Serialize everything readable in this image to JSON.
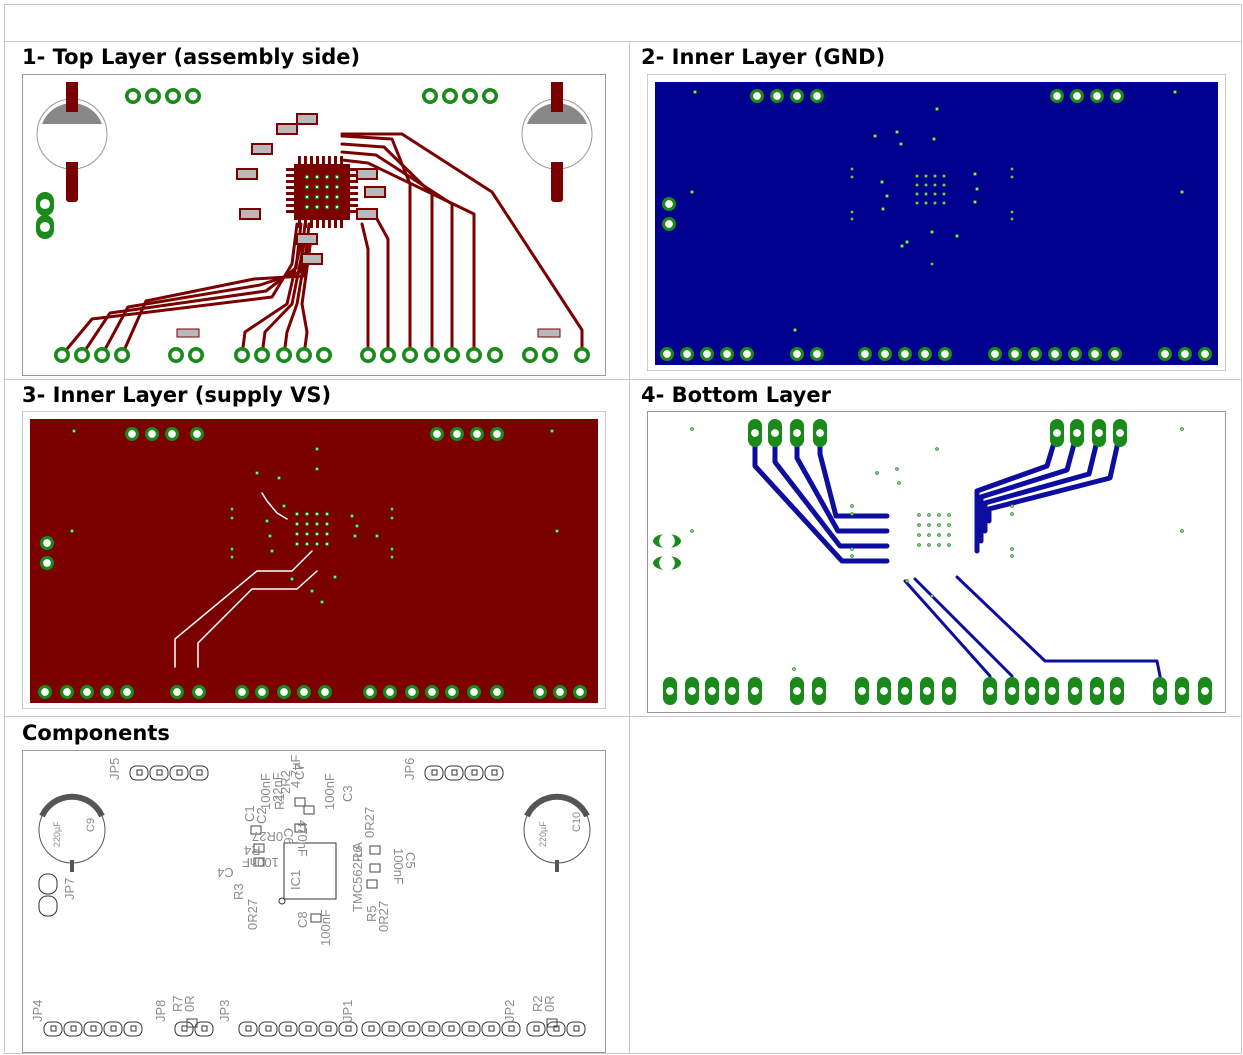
{
  "cells": {
    "top": "1- Top Layer (assembly side)",
    "gnd": "2- Inner Layer (GND)",
    "vs": "3- Inner Layer (supply VS)",
    "bottom": "4- Bottom Layer",
    "components": "Components"
  },
  "colors": {
    "top_copper": "#7b0000",
    "gnd_copper": "#00008f",
    "vs_copper": "#7b0000",
    "bottom_copper": "#0d0da0",
    "pad_green": "#1a8a1a",
    "silk_gray": "#8c8c8c",
    "smd_gray": "#b9b9b9"
  },
  "labels": {
    "JP5": "JP5",
    "JP6": "JP6",
    "JP7": "JP7",
    "JP4": "JP4",
    "JP8": "JP8",
    "JP3": "JP3",
    "JP1": "JP1",
    "JP2": "JP2",
    "C9": "C9",
    "C9v": "220µF",
    "C10": "C10",
    "C10v": "220µF",
    "C1": "C1",
    "C1v": "100nF",
    "C2": "C2",
    "C2v": "22nF",
    "R1": "R1",
    "R1v": "2R2",
    "C7": "C7",
    "C7v": "4.7µF",
    "C3": "C3",
    "C3v": "100nF",
    "C6": "C6",
    "C6v": "470nF",
    "R6": "R6",
    "R6v": "0R27",
    "R4": "R4",
    "R4v": "0R27",
    "C4": "C4",
    "C4v": "100nF",
    "IC1": "IC1",
    "ICv": "TMC562-LA",
    "C5": "C5",
    "C5v": "100nF",
    "R3": "R3",
    "R3v": "0R27",
    "R5": "R5",
    "R5v": "0R27",
    "C8": "C8",
    "C8v": "100nF",
    "R7": "R7",
    "R7v": "0R",
    "R2": "R2",
    "R2v": "0R"
  }
}
